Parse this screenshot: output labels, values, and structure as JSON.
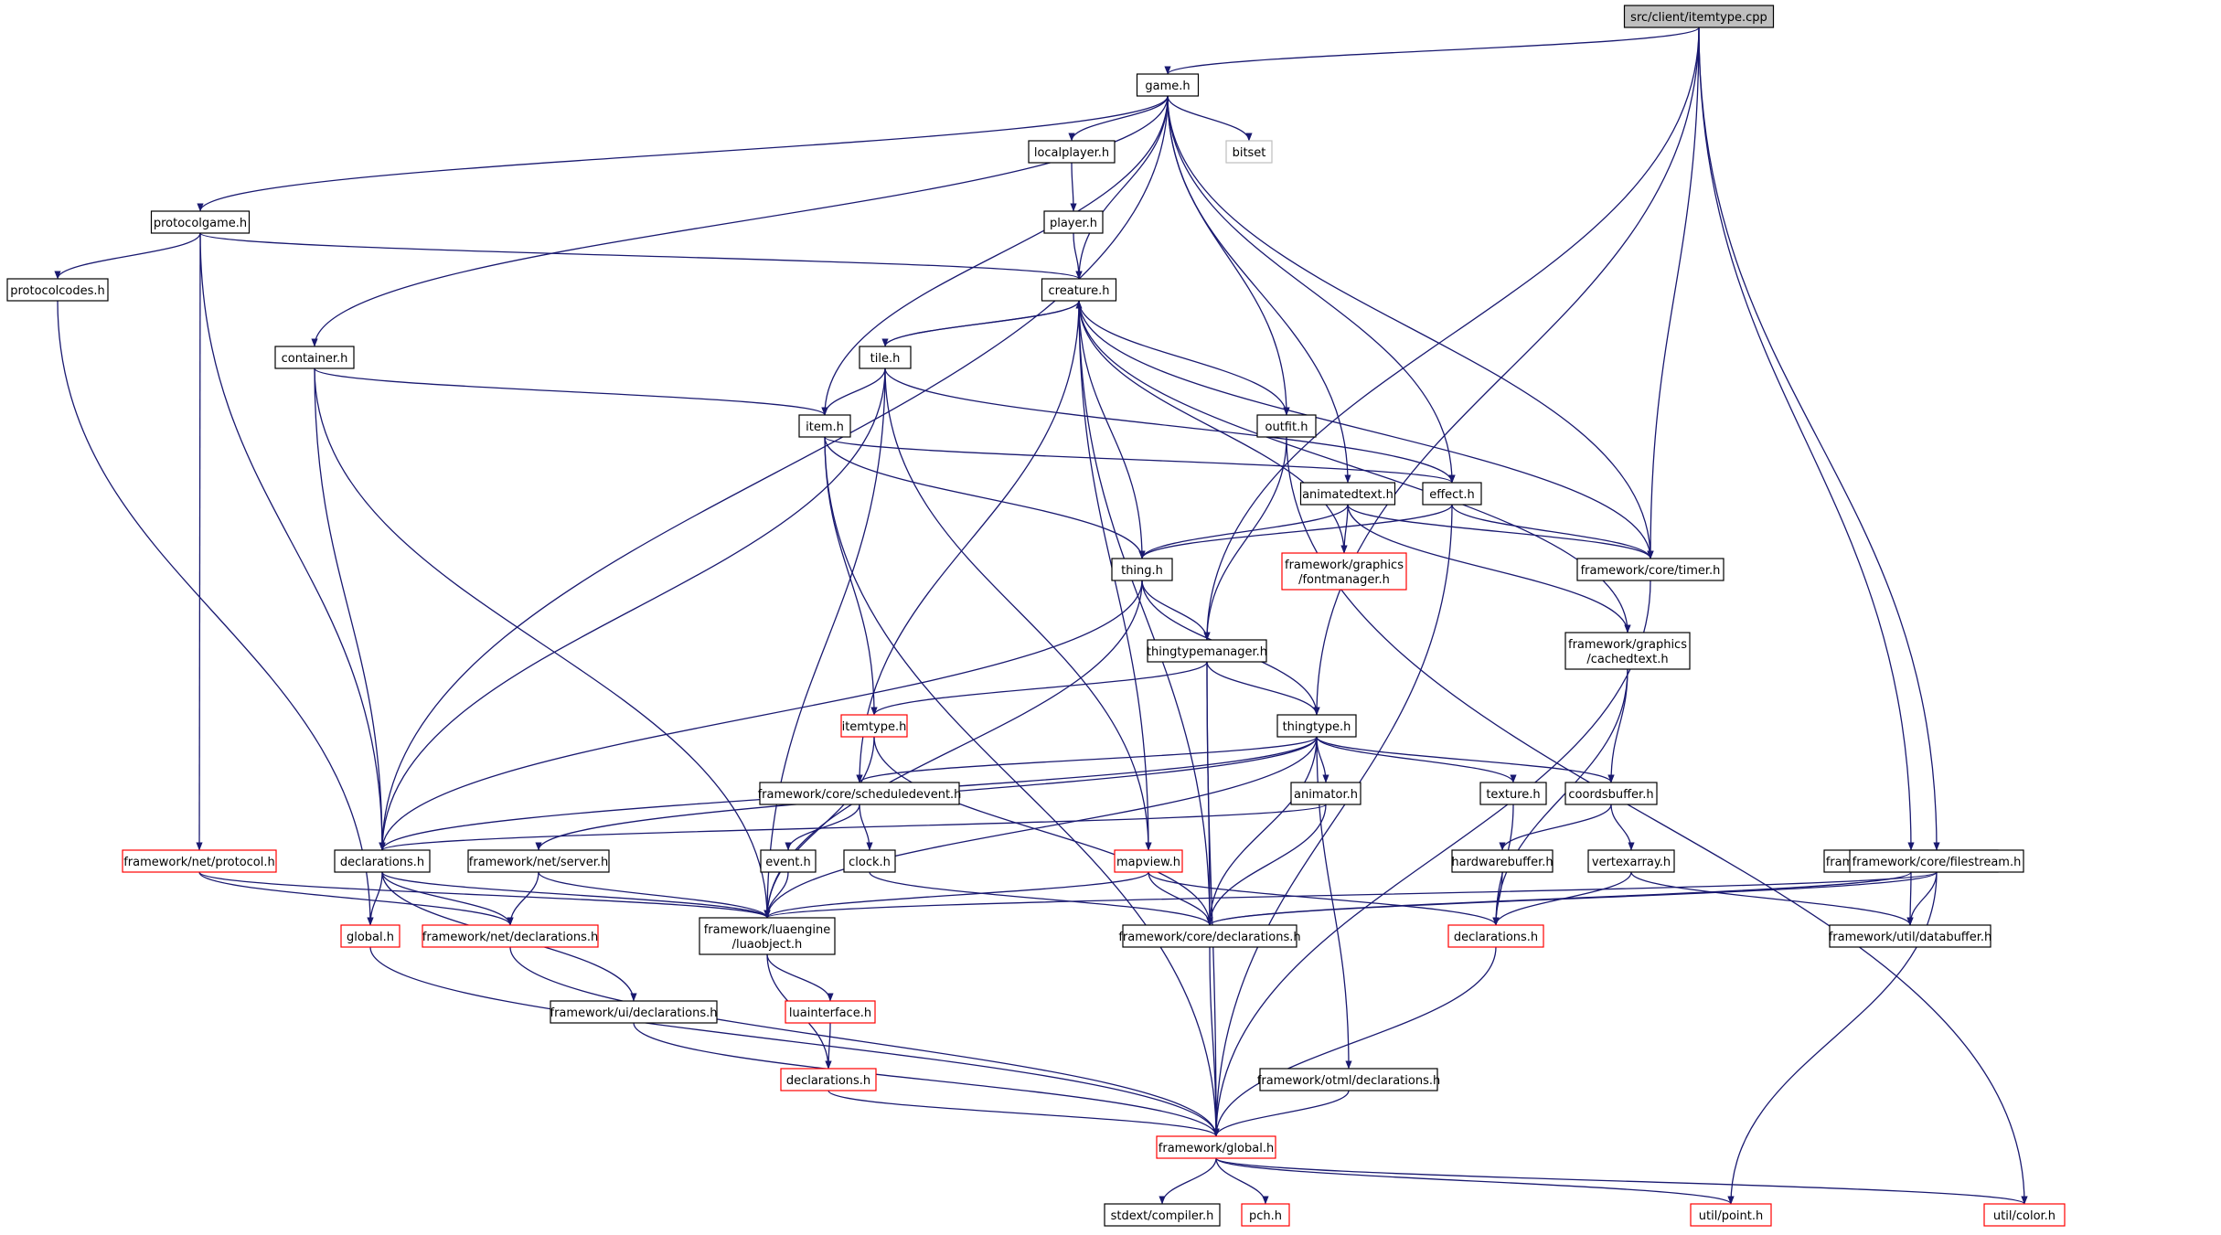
{
  "graph": {
    "edge_color": "#191970",
    "node_border_default": "#000000",
    "node_border_incomplete": "#ff0000",
    "node_border_system": "#bfbfbf",
    "root_fill": "#bfbfbf",
    "nodes": [
      {
        "id": "itemtype_cpp",
        "lines": [
          "src/client/itemtype.cpp"
        ],
        "style": "root"
      },
      {
        "id": "game_h",
        "lines": [
          "game.h"
        ],
        "style": "normal"
      },
      {
        "id": "localplayer_h",
        "lines": [
          "localplayer.h"
        ],
        "style": "normal"
      },
      {
        "id": "bitset",
        "lines": [
          "bitset"
        ],
        "style": "grey"
      },
      {
        "id": "player_h",
        "lines": [
          "player.h"
        ],
        "style": "normal"
      },
      {
        "id": "protocolgame_h",
        "lines": [
          "protocolgame.h"
        ],
        "style": "normal"
      },
      {
        "id": "protocolcodes_h",
        "lines": [
          "protocolcodes.h"
        ],
        "style": "normal"
      },
      {
        "id": "creature_h",
        "lines": [
          "creature.h"
        ],
        "style": "normal"
      },
      {
        "id": "container_h",
        "lines": [
          "container.h"
        ],
        "style": "normal"
      },
      {
        "id": "tile_h",
        "lines": [
          "tile.h"
        ],
        "style": "normal"
      },
      {
        "id": "item_h",
        "lines": [
          "item.h"
        ],
        "style": "normal"
      },
      {
        "id": "outfit_h",
        "lines": [
          "outfit.h"
        ],
        "style": "normal"
      },
      {
        "id": "animatedtext_h",
        "lines": [
          "animatedtext.h"
        ],
        "style": "normal"
      },
      {
        "id": "effect_h",
        "lines": [
          "effect.h"
        ],
        "style": "normal"
      },
      {
        "id": "fontmanager_h",
        "lines": [
          "framework/graphics",
          "/fontmanager.h"
        ],
        "style": "red"
      },
      {
        "id": "timer_h",
        "lines": [
          "framework/core/timer.h"
        ],
        "style": "normal"
      },
      {
        "id": "thing_h",
        "lines": [
          "thing.h"
        ],
        "style": "normal"
      },
      {
        "id": "thingtypemanager_h",
        "lines": [
          "thingtypemanager.h"
        ],
        "style": "normal"
      },
      {
        "id": "cachedtext_h",
        "lines": [
          "framework/graphics",
          "/cachedtext.h"
        ],
        "style": "normal"
      },
      {
        "id": "itemtype_h",
        "lines": [
          "itemtype.h"
        ],
        "style": "red"
      },
      {
        "id": "thingtype_h",
        "lines": [
          "thingtype.h"
        ],
        "style": "normal"
      },
      {
        "id": "scheduledevent_h",
        "lines": [
          "framework/core/scheduledevent.h"
        ],
        "style": "normal"
      },
      {
        "id": "animator_h",
        "lines": [
          "animator.h"
        ],
        "style": "normal"
      },
      {
        "id": "texture_h",
        "lines": [
          "texture.h"
        ],
        "style": "normal"
      },
      {
        "id": "coordsbuffer_h",
        "lines": [
          "coordsbuffer.h"
        ],
        "style": "normal"
      },
      {
        "id": "net_protocol_h",
        "lines": [
          "framework/net/protocol.h"
        ],
        "style": "red"
      },
      {
        "id": "declarations_h_client",
        "lines": [
          "declarations.h"
        ],
        "style": "normal"
      },
      {
        "id": "net_server_h",
        "lines": [
          "framework/net/server.h"
        ],
        "style": "normal"
      },
      {
        "id": "event_h",
        "lines": [
          "event.h"
        ],
        "style": "normal"
      },
      {
        "id": "clock_h",
        "lines": [
          "clock.h"
        ],
        "style": "normal"
      },
      {
        "id": "mapview_h",
        "lines": [
          "mapview.h"
        ],
        "style": "red"
      },
      {
        "id": "hardwarebuffer_h",
        "lines": [
          "hardwarebuffer.h"
        ],
        "style": "normal"
      },
      {
        "id": "vertexarray_h",
        "lines": [
          "vertexarray.h"
        ],
        "style": "normal"
      },
      {
        "id": "binarytree_h",
        "lines": [
          "framework/core/binarytree.h"
        ],
        "style": "normal"
      },
      {
        "id": "filestream_h",
        "lines": [
          "framework/core/filestream.h"
        ],
        "style": "normal"
      },
      {
        "id": "global_h_client",
        "lines": [
          "global.h"
        ],
        "style": "red"
      },
      {
        "id": "net_declarations_h",
        "lines": [
          "framework/net/declarations.h"
        ],
        "style": "red"
      },
      {
        "id": "luaobject_h",
        "lines": [
          "framework/luaengine",
          "/luaobject.h"
        ],
        "style": "normal"
      },
      {
        "id": "core_declarations_h",
        "lines": [
          "framework/core/declarations.h"
        ],
        "style": "normal"
      },
      {
        "id": "declarations_h_graphics",
        "lines": [
          "declarations.h"
        ],
        "style": "red"
      },
      {
        "id": "databuffer_h",
        "lines": [
          "framework/util/databuffer.h"
        ],
        "style": "normal"
      },
      {
        "id": "luainterface_h",
        "lines": [
          "luainterface.h"
        ],
        "style": "red"
      },
      {
        "id": "ui_declarations_h",
        "lines": [
          "framework/ui/declarations.h"
        ],
        "style": "normal"
      },
      {
        "id": "declarations_h_lua",
        "lines": [
          "declarations.h"
        ],
        "style": "red"
      },
      {
        "id": "otml_declarations_h",
        "lines": [
          "framework/otml/declarations.h"
        ],
        "style": "normal"
      },
      {
        "id": "fw_global_h",
        "lines": [
          "framework/global.h"
        ],
        "style": "red"
      },
      {
        "id": "stdext_compiler_h",
        "lines": [
          "stdext/compiler.h"
        ],
        "style": "normal"
      },
      {
        "id": "pch_h",
        "lines": [
          "pch.h"
        ],
        "style": "red"
      },
      {
        "id": "util_point_h",
        "lines": [
          "util/point.h"
        ],
        "style": "red"
      },
      {
        "id": "util_color_h",
        "lines": [
          "util/color.h"
        ],
        "style": "red"
      }
    ],
    "edges": [
      [
        "itemtype_cpp",
        "game_h"
      ],
      [
        "itemtype_cpp",
        "timer_h"
      ],
      [
        "itemtype_cpp",
        "thingtypemanager_h"
      ],
      [
        "itemtype_cpp",
        "thingtype_h"
      ],
      [
        "itemtype_cpp",
        "binarytree_h"
      ],
      [
        "itemtype_cpp",
        "filestream_h"
      ],
      [
        "game_h",
        "localplayer_h"
      ],
      [
        "game_h",
        "bitset"
      ],
      [
        "game_h",
        "protocolgame_h"
      ],
      [
        "game_h",
        "creature_h"
      ],
      [
        "game_h",
        "container_h"
      ],
      [
        "game_h",
        "item_h"
      ],
      [
        "game_h",
        "outfit_h"
      ],
      [
        "game_h",
        "animatedtext_h"
      ],
      [
        "game_h",
        "effect_h"
      ],
      [
        "game_h",
        "declarations_h_client"
      ],
      [
        "game_h",
        "timer_h"
      ],
      [
        "localplayer_h",
        "player_h"
      ],
      [
        "player_h",
        "creature_h"
      ],
      [
        "protocolgame_h",
        "protocolcodes_h"
      ],
      [
        "protocolgame_h",
        "creature_h"
      ],
      [
        "protocolgame_h",
        "declarations_h_client"
      ],
      [
        "protocolgame_h",
        "net_protocol_h"
      ],
      [
        "protocolcodes_h",
        "global_h_client"
      ],
      [
        "creature_h",
        "tile_h"
      ],
      [
        "creature_h",
        "outfit_h"
      ],
      [
        "creature_h",
        "thing_h"
      ],
      [
        "creature_h",
        "fontmanager_h"
      ],
      [
        "creature_h",
        "timer_h"
      ],
      [
        "creature_h",
        "cachedtext_h"
      ],
      [
        "creature_h",
        "scheduledevent_h"
      ],
      [
        "creature_h",
        "mapview_h"
      ],
      [
        "creature_h",
        "core_declarations_h"
      ],
      [
        "tile_h",
        "creature_h"
      ],
      [
        "tile_h",
        "item_h"
      ],
      [
        "tile_h",
        "effect_h"
      ],
      [
        "tile_h",
        "declarations_h_client"
      ],
      [
        "tile_h",
        "mapview_h"
      ],
      [
        "tile_h",
        "luaobject_h"
      ],
      [
        "container_h",
        "item_h"
      ],
      [
        "container_h",
        "declarations_h_client"
      ],
      [
        "container_h",
        "luaobject_h"
      ],
      [
        "item_h",
        "thing_h"
      ],
      [
        "item_h",
        "effect_h"
      ],
      [
        "item_h",
        "itemtype_h"
      ],
      [
        "item_h",
        "fw_global_h"
      ],
      [
        "outfit_h",
        "thingtypemanager_h"
      ],
      [
        "outfit_h",
        "util_color_h"
      ],
      [
        "animatedtext_h",
        "thing_h"
      ],
      [
        "animatedtext_h",
        "fontmanager_h"
      ],
      [
        "animatedtext_h",
        "timer_h"
      ],
      [
        "animatedtext_h",
        "cachedtext_h"
      ],
      [
        "effect_h",
        "thing_h"
      ],
      [
        "effect_h",
        "timer_h"
      ],
      [
        "effect_h",
        "fw_global_h"
      ],
      [
        "timer_h",
        "fw_global_h"
      ],
      [
        "thing_h",
        "thingtypemanager_h"
      ],
      [
        "thing_h",
        "thingtype_h"
      ],
      [
        "thing_h",
        "declarations_h_client"
      ],
      [
        "thing_h",
        "luaobject_h"
      ],
      [
        "thingtypemanager_h",
        "thingtype_h"
      ],
      [
        "thingtypemanager_h",
        "itemtype_h"
      ],
      [
        "thingtypemanager_h",
        "core_declarations_h"
      ],
      [
        "thingtypemanager_h",
        "fw_global_h"
      ],
      [
        "cachedtext_h",
        "coordsbuffer_h"
      ],
      [
        "cachedtext_h",
        "declarations_h_graphics"
      ],
      [
        "itemtype_h",
        "luaobject_h"
      ],
      [
        "itemtype_h",
        "core_declarations_h"
      ],
      [
        "thingtype_h",
        "animator_h"
      ],
      [
        "thingtype_h",
        "texture_h"
      ],
      [
        "thingtype_h",
        "coordsbuffer_h"
      ],
      [
        "thingtype_h",
        "scheduledevent_h"
      ],
      [
        "thingtype_h",
        "declarations_h_client"
      ],
      [
        "thingtype_h",
        "net_server_h"
      ],
      [
        "thingtype_h",
        "luaobject_h"
      ],
      [
        "thingtype_h",
        "core_declarations_h"
      ],
      [
        "thingtype_h",
        "otml_declarations_h"
      ],
      [
        "scheduledevent_h",
        "event_h"
      ],
      [
        "scheduledevent_h",
        "clock_h"
      ],
      [
        "animator_h",
        "declarations_h_client"
      ],
      [
        "animator_h",
        "core_declarations_h"
      ],
      [
        "texture_h",
        "declarations_h_graphics"
      ],
      [
        "coordsbuffer_h",
        "hardwarebuffer_h"
      ],
      [
        "coordsbuffer_h",
        "vertexarray_h"
      ],
      [
        "hardwarebuffer_h",
        "declarations_h_graphics"
      ],
      [
        "vertexarray_h",
        "declarations_h_graphics"
      ],
      [
        "vertexarray_h",
        "databuffer_h"
      ],
      [
        "net_protocol_h",
        "net_declarations_h"
      ],
      [
        "net_protocol_h",
        "luaobject_h"
      ],
      [
        "declarations_h_client",
        "global_h_client"
      ],
      [
        "declarations_h_client",
        "net_declarations_h"
      ],
      [
        "declarations_h_client",
        "ui_declarations_h"
      ],
      [
        "declarations_h_client",
        "luaobject_h"
      ],
      [
        "net_server_h",
        "net_declarations_h"
      ],
      [
        "net_server_h",
        "luaobject_h"
      ],
      [
        "event_h",
        "luaobject_h"
      ],
      [
        "clock_h",
        "core_declarations_h"
      ],
      [
        "mapview_h",
        "luaobject_h"
      ],
      [
        "mapview_h",
        "core_declarations_h"
      ],
      [
        "mapview_h",
        "declarations_h_graphics"
      ],
      [
        "binarytree_h",
        "databuffer_h"
      ],
      [
        "binarytree_h",
        "core_declarations_h"
      ],
      [
        "filestream_h",
        "databuffer_h"
      ],
      [
        "filestream_h",
        "core_declarations_h"
      ],
      [
        "filestream_h",
        "luaobject_h"
      ],
      [
        "filestream_h",
        "util_point_h"
      ],
      [
        "global_h_client",
        "fw_global_h"
      ],
      [
        "net_declarations_h",
        "fw_global_h"
      ],
      [
        "luaobject_h",
        "luainterface_h"
      ],
      [
        "luaobject_h",
        "declarations_h_lua"
      ],
      [
        "luainterface_h",
        "declarations_h_lua"
      ],
      [
        "core_declarations_h",
        "fw_global_h"
      ],
      [
        "declarations_h_graphics",
        "fw_global_h"
      ],
      [
        "ui_declarations_h",
        "fw_global_h"
      ],
      [
        "declarations_h_lua",
        "fw_global_h"
      ],
      [
        "otml_declarations_h",
        "fw_global_h"
      ],
      [
        "fw_global_h",
        "stdext_compiler_h"
      ],
      [
        "fw_global_h",
        "pch_h"
      ],
      [
        "fw_global_h",
        "util_point_h"
      ],
      [
        "fw_global_h",
        "util_color_h"
      ]
    ]
  }
}
